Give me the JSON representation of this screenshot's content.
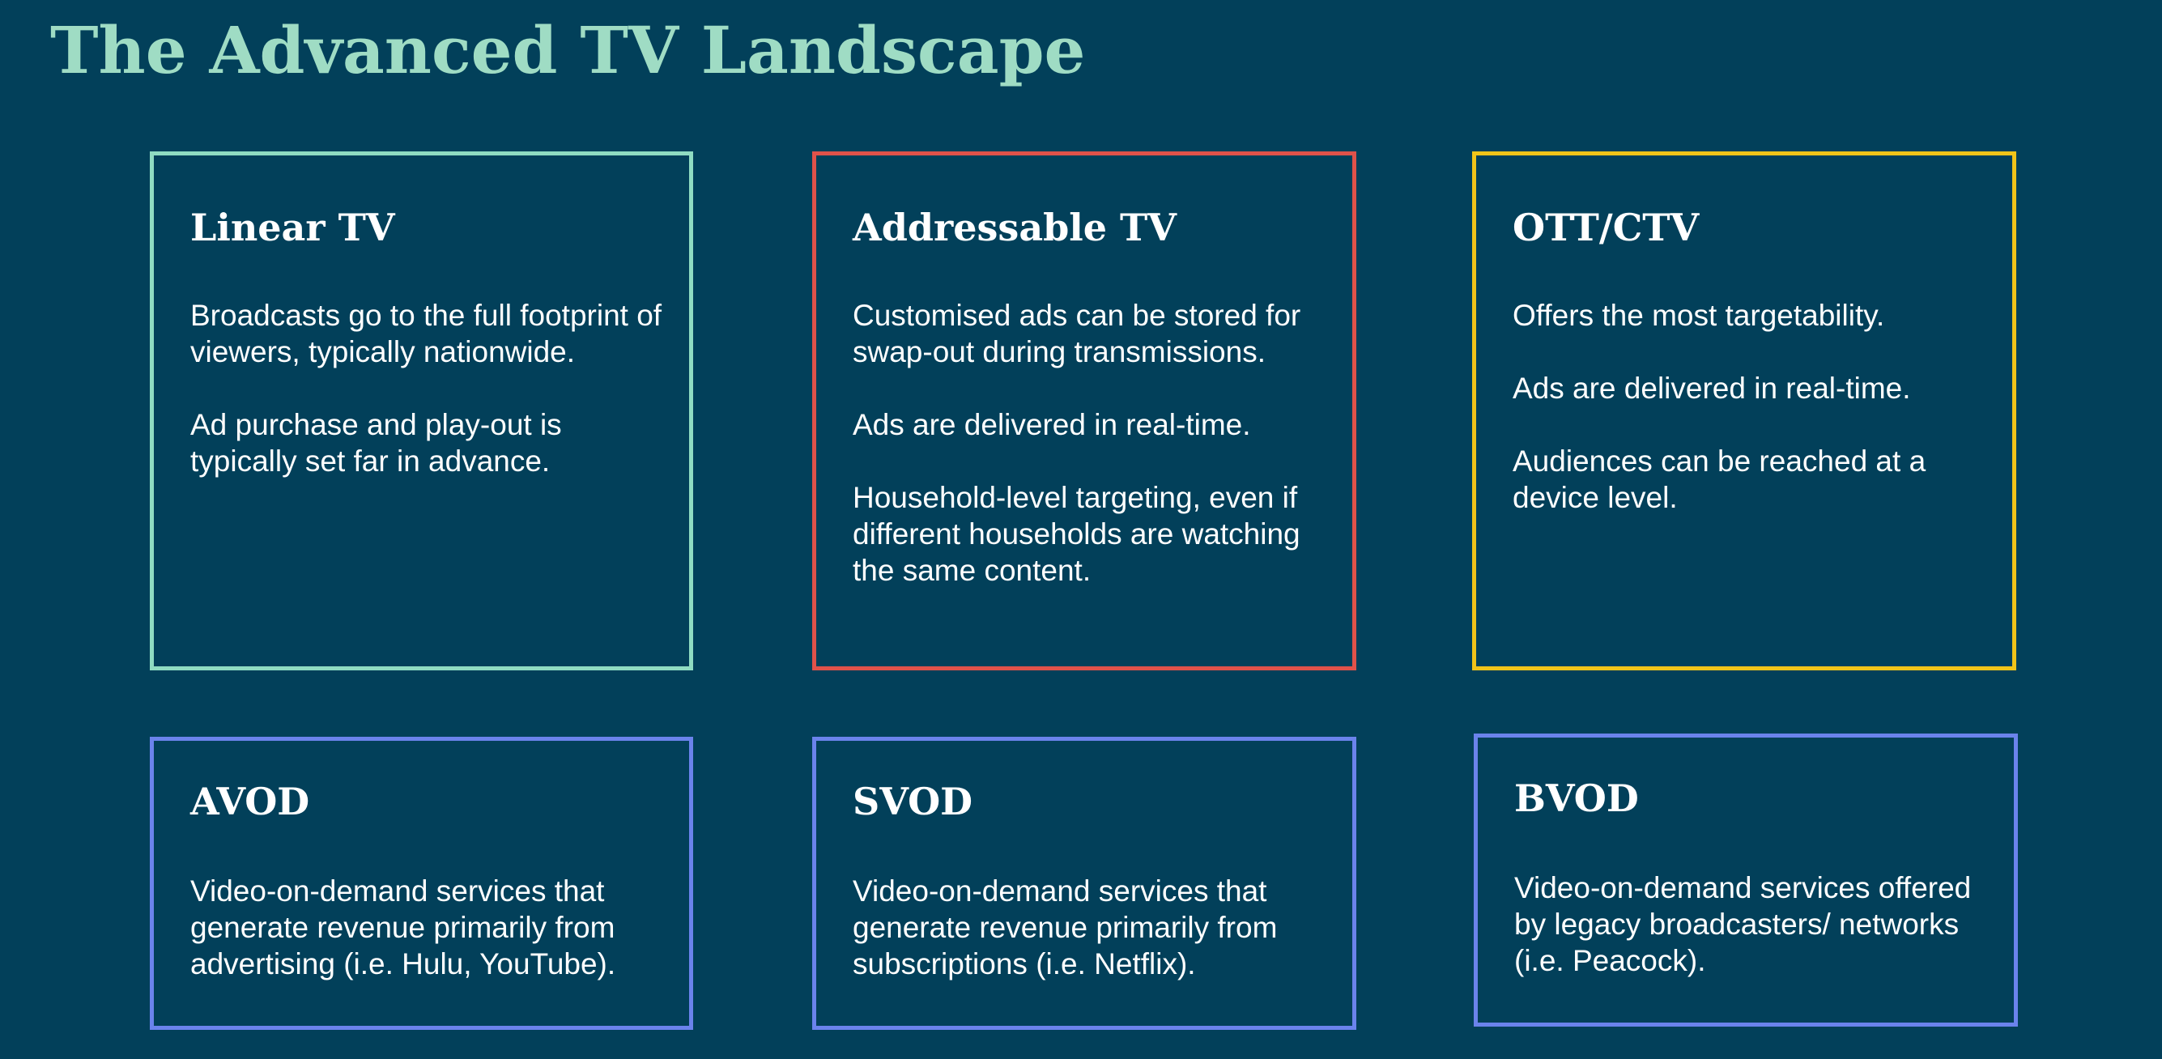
{
  "title": "The Advanced TV Landscape",
  "colors": {
    "background": "#02405a",
    "title": "#9fdcc4",
    "text": "#ffffff",
    "linear_border": "#8fdcc2",
    "addressable_border": "#e0524a",
    "ott_border": "#f2c419",
    "vod_border": "#6b83ec"
  },
  "cards": [
    {
      "title": "Linear TV",
      "border_color": "#8fdcc2",
      "paragraphs": [
        "Broadcasts go to the full footprint of viewers, typically nationwide.",
        "Ad purchase and play-out is typically set far in advance."
      ]
    },
    {
      "title": "Addressable TV",
      "border_color": "#e0524a",
      "paragraphs": [
        "Customised ads can be stored for swap-out during transmissions.",
        "Ads are delivered in real-time.",
        "Household-level targeting, even if different households are watching the same content."
      ]
    },
    {
      "title": "OTT/CTV",
      "border_color": "#f2c419",
      "paragraphs": [
        "Offers the most targetability.",
        "Ads are delivered in real-time.",
        "Audiences can be reached at a device level."
      ]
    },
    {
      "title": "AVOD",
      "border_color": "#6b83ec",
      "paragraphs": [
        "Video-on-demand services that generate revenue primarily from advertising (i.e. Hulu, YouTube)."
      ]
    },
    {
      "title": "SVOD",
      "border_color": "#6b83ec",
      "paragraphs": [
        "Video-on-demand services that generate revenue primarily from subscriptions (i.e. Netflix)."
      ]
    },
    {
      "title": "BVOD",
      "border_color": "#6b83ec",
      "paragraphs": [
        "Video-on-demand services offered by legacy broadcasters/ networks (i.e. Peacock)."
      ]
    }
  ]
}
